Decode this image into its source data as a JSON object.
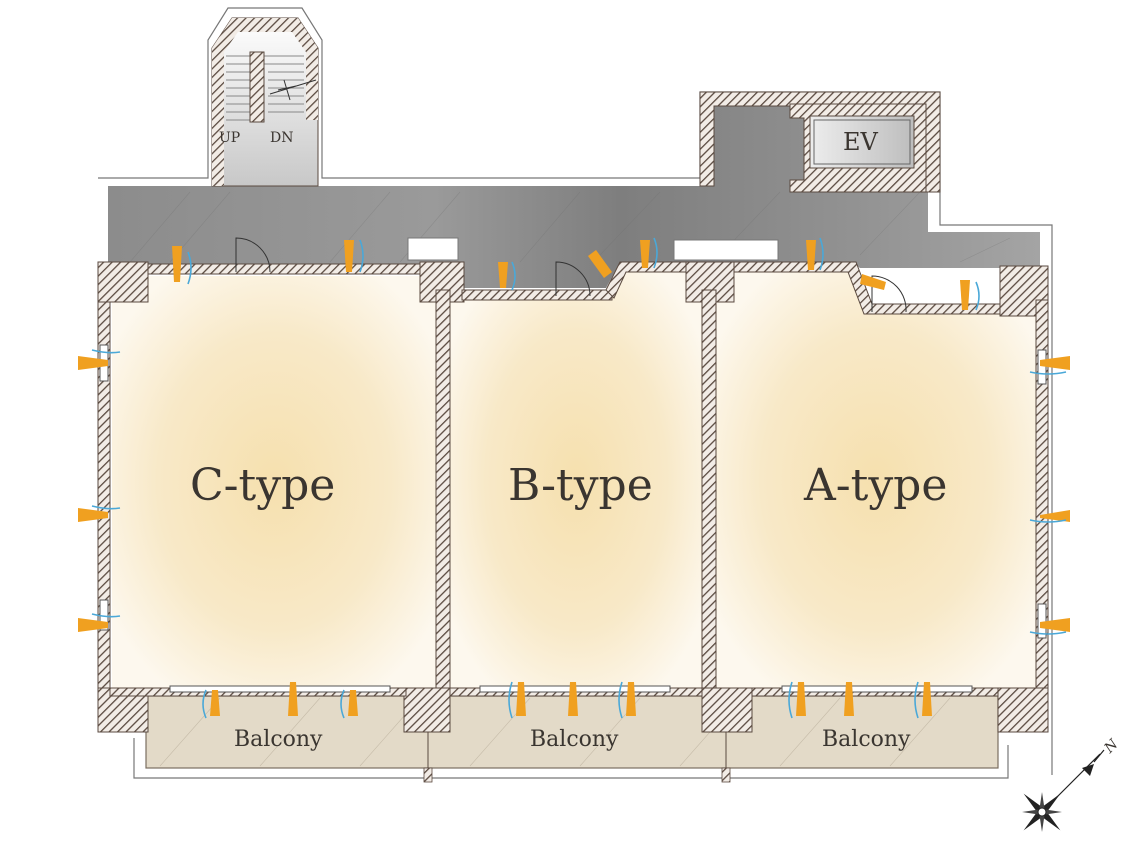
{
  "units": [
    {
      "label": "C-type"
    },
    {
      "label": "B-type"
    },
    {
      "label": "A-type"
    }
  ],
  "balconies": [
    {
      "label": "Balcony"
    },
    {
      "label": "Balcony"
    },
    {
      "label": "Balcony"
    }
  ],
  "stairs": {
    "up_label": "UP",
    "down_label": "DN"
  },
  "elevator": {
    "label": "EV"
  },
  "compass": {
    "north_label": "N",
    "icon": "compass-rose-icon"
  },
  "colors": {
    "unit_fill": "#f5dfb0",
    "corridor_fill": "#8e8e8e",
    "balcony_fill": "#e4dccb",
    "wall_hatch": "#5a4a40",
    "window_orange": "#f0a020",
    "window_blue": "#4aa8d8"
  }
}
